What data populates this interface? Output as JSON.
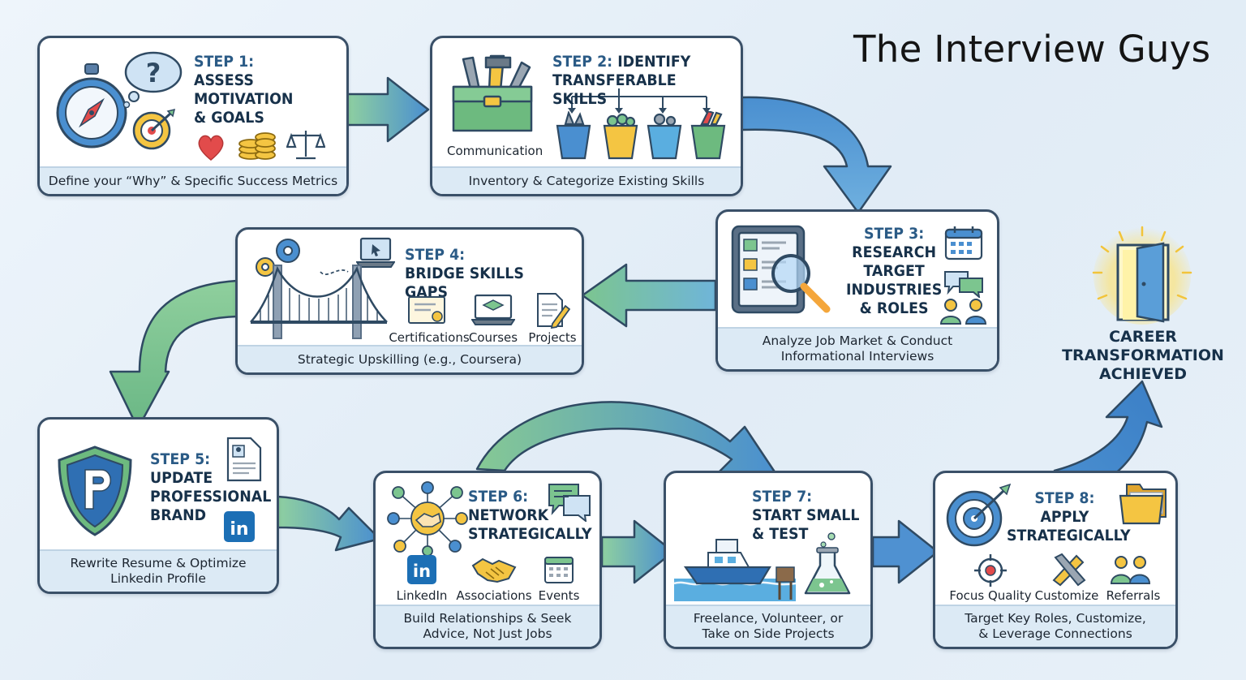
{
  "brand": "The Interview Guys",
  "steps": [
    {
      "number": "STEP 1:",
      "title": "ASSESS MOTIVATION & GOALS",
      "title_lines": [
        "ASSESS",
        "MOTIVATION",
        "& GOALS"
      ],
      "footer": "Define your “Why” & Specific Success Metrics",
      "icons": [
        "compass-icon",
        "thought-bubble-icon",
        "target-icon",
        "heart-icon",
        "coins-icon",
        "scales-icon"
      ]
    },
    {
      "number": "STEP 2:",
      "title": "IDENTIFY TRANSFERABLE SKILLS",
      "title_lines": [
        "IDENTIFY",
        "TRANSFERABLE SKILLS"
      ],
      "toolbox_label": "Communication",
      "footer": "Inventory & Categorize Existing Skills",
      "icons": [
        "toolbox-icon",
        "bucket-icon"
      ]
    },
    {
      "number": "STEP 3:",
      "title": "RESEARCH TARGET INDUSTRIES & ROLES",
      "title_lines": [
        "RESEARCH",
        "TARGET",
        "INDUSTRIES",
        "& ROLES"
      ],
      "footer_lines": [
        "Analyze Job Market & Conduct",
        "Informational Interviews"
      ],
      "icons": [
        "tablet-magnifier-icon",
        "calendar-icon",
        "chat-icon",
        "people-icon"
      ]
    },
    {
      "number": "STEP 4:",
      "title": "BRIDGE SKILLS GAPS",
      "title_lines": [
        "BRIDGE SKILLS GAPS"
      ],
      "items": [
        "Certifications",
        "Courses",
        "Projects"
      ],
      "footer": "Strategic Upskilling (e.g., Coursera)",
      "icons": [
        "gears-icon",
        "laptop-icon",
        "bridge-icon",
        "certificate-icon",
        "course-icon",
        "document-pencil-icon"
      ]
    },
    {
      "number": "STEP 5:",
      "title": "UPDATE PROFESSIONAL BRAND",
      "title_lines": [
        "UPDATE",
        "PROFESSIONAL",
        "BRAND"
      ],
      "footer_lines": [
        "Rewrite Resume & Optimize",
        "Linkedin Profile"
      ],
      "icons": [
        "shield-p-icon",
        "resume-icon",
        "linkedin-icon"
      ]
    },
    {
      "number": "STEP 6:",
      "title": "NETWORK STRATEGICALLY",
      "title_lines": [
        "NETWORK",
        "STRATEGICALLY"
      ],
      "items": [
        "LinkedIn",
        "Associations",
        "Events"
      ],
      "footer_lines": [
        "Build Relationships & Seek",
        "Advice, Not Just Jobs"
      ],
      "icons": [
        "network-handshake-icon",
        "chat-icon",
        "linkedin-icon",
        "handshake-icon",
        "calendar-icon"
      ]
    },
    {
      "number": "STEP 7:",
      "title": "START SMALL & TEST",
      "title_lines": [
        "START SMALL",
        "& TEST"
      ],
      "footer_lines": [
        "Freelance, Volunteer, or",
        "Take on Side Projects"
      ],
      "icons": [
        "boat-icon",
        "flask-icon"
      ]
    },
    {
      "number": "STEP 8:",
      "title": "APPLY STRATEGICALLY",
      "title_lines": [
        "APPLY",
        "STRATEGICALLY"
      ],
      "items": [
        "Focus Quality",
        "Customize",
        "Referrals"
      ],
      "footer_lines": [
        "Target Key Roles, Customize,",
        "& Leverage Connections"
      ],
      "icons": [
        "target-arrow-icon",
        "folders-icon",
        "crosshair-icon",
        "pencil-ruler-icon",
        "people-icon"
      ]
    }
  ],
  "final": {
    "lines": [
      "CAREER",
      "TRANSFORMATION",
      "ACHIEVED"
    ],
    "icons": [
      "open-door-icon"
    ]
  },
  "colors": {
    "card_border": "#3a5068",
    "footer_bg": "#dceaf5",
    "title_text": "#17314a",
    "arrow_green": "#7cc58f",
    "arrow_blue": "#4a8fd0",
    "background": "#e6eff8"
  }
}
